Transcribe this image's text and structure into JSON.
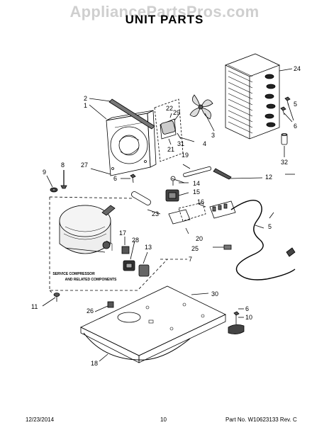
{
  "watermark": "AppliancePartsPros.com",
  "title": "UNIT PARTS",
  "service_note": [
    "SERVICE COMPRESSOR",
    "AND RELATED COMPONENTS"
  ],
  "callouts": {
    "c24": "24",
    "c2": "2",
    "c1": "1",
    "c22": "22",
    "c29": "29",
    "c3": "3",
    "c31": "31",
    "c21": "21",
    "c4": "4",
    "c5a": "5",
    "c6a": "6",
    "c32": "32",
    "c9": "9",
    "c8": "8",
    "c27": "27",
    "c6b": "6",
    "c19": "19",
    "c12": "12",
    "c14": "14",
    "c15": "15",
    "c16": "16",
    "c23": "23",
    "c20": "20",
    "c5b": "5",
    "c17": "17",
    "c28": "28",
    "c13": "13",
    "c25": "25",
    "c7": "7",
    "c11": "11",
    "c30": "30",
    "c26": "26",
    "c6c": "6",
    "c10": "10",
    "c18": "18"
  },
  "footer": {
    "date": "12/23/2014",
    "page": "10",
    "part_no": "Part No.  W10623133  Rev.  C"
  }
}
